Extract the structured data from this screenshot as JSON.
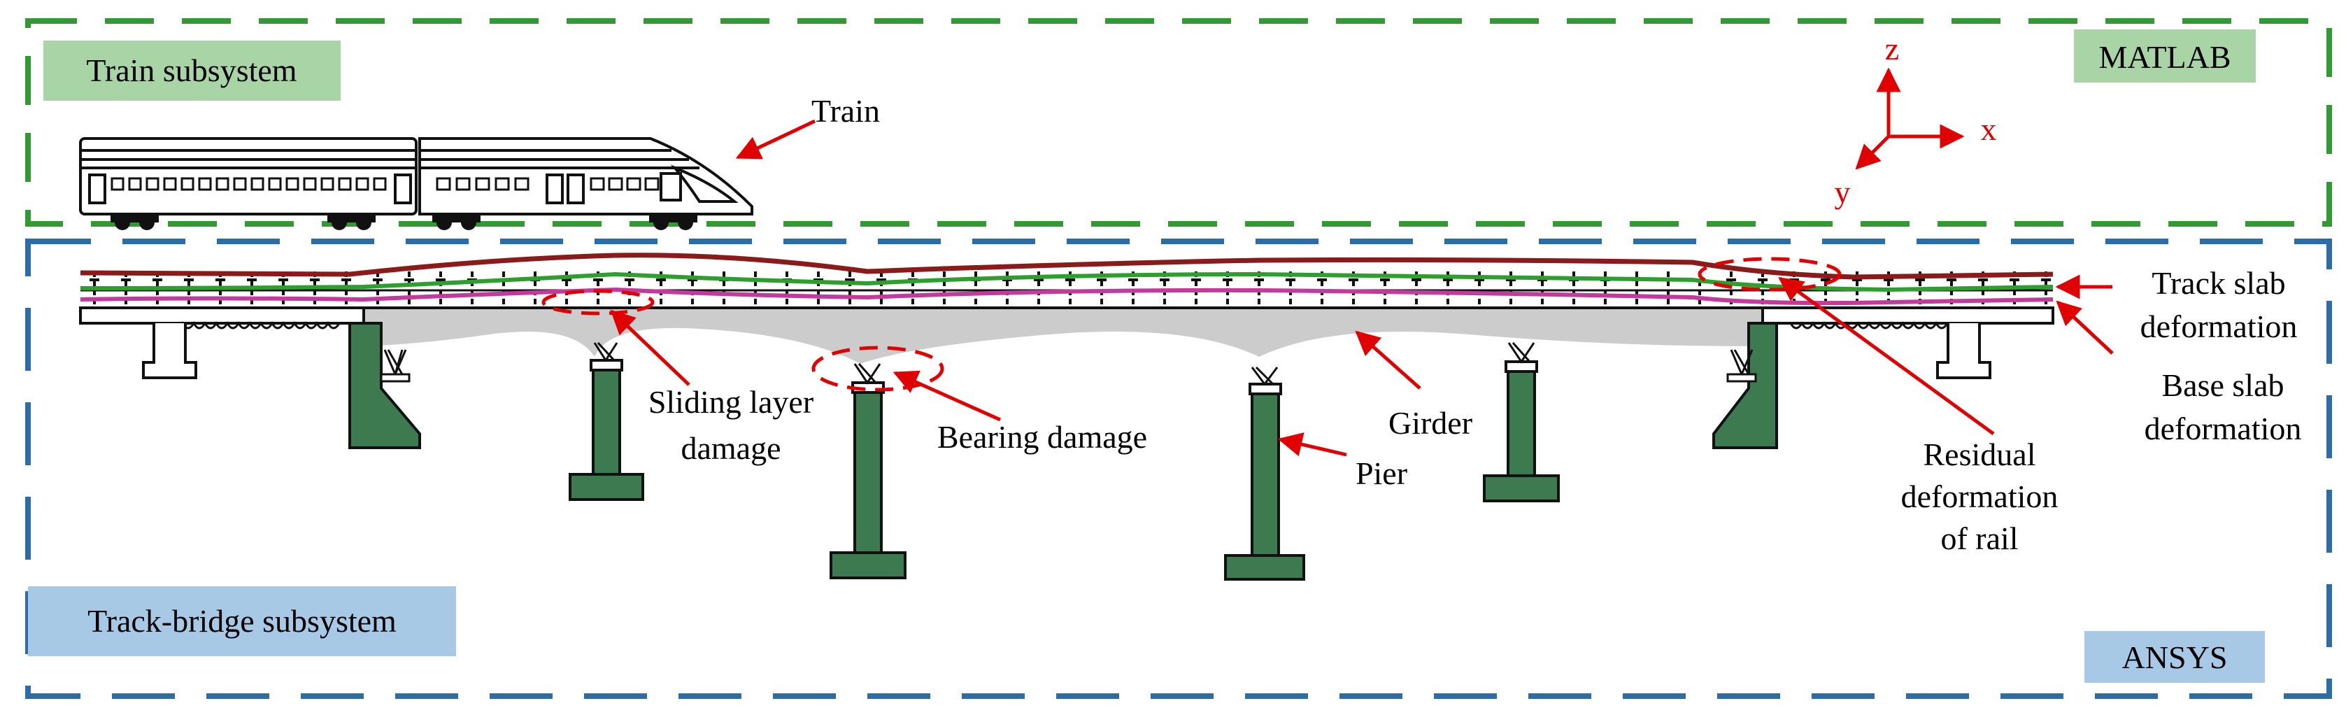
{
  "subsystems": {
    "train": {
      "label": "Train subsystem",
      "software": "MATLAB"
    },
    "track_bridge": {
      "label": "Track-bridge subsystem",
      "software": "ANSYS"
    }
  },
  "axes": {
    "z": "z",
    "x": "x",
    "y": "y"
  },
  "labels": {
    "train": "Train",
    "track_slab_1": "Track slab",
    "track_slab_2": "deformation",
    "base_slab_1": "Base slab",
    "base_slab_2": "deformation",
    "sliding_1": "Sliding layer",
    "sliding_2": "damage",
    "bearing": "Bearing damage",
    "girder": "Girder",
    "pier": "Pier",
    "residual_1": "Residual",
    "residual_2": "deformation",
    "residual_3": "of rail"
  },
  "colors": {
    "train_box": "#339933",
    "train_tag": "#a9d5a6",
    "bridge_box": "#2e6ca8",
    "bridge_tag": "#a7c9e6",
    "annotation": "#e00000",
    "rail": "#8b1a1a",
    "track_slab": "#2e9e2e",
    "base_slab": "#c23a9b",
    "girder": "#cccccc",
    "pier": "#3d7a4f"
  }
}
